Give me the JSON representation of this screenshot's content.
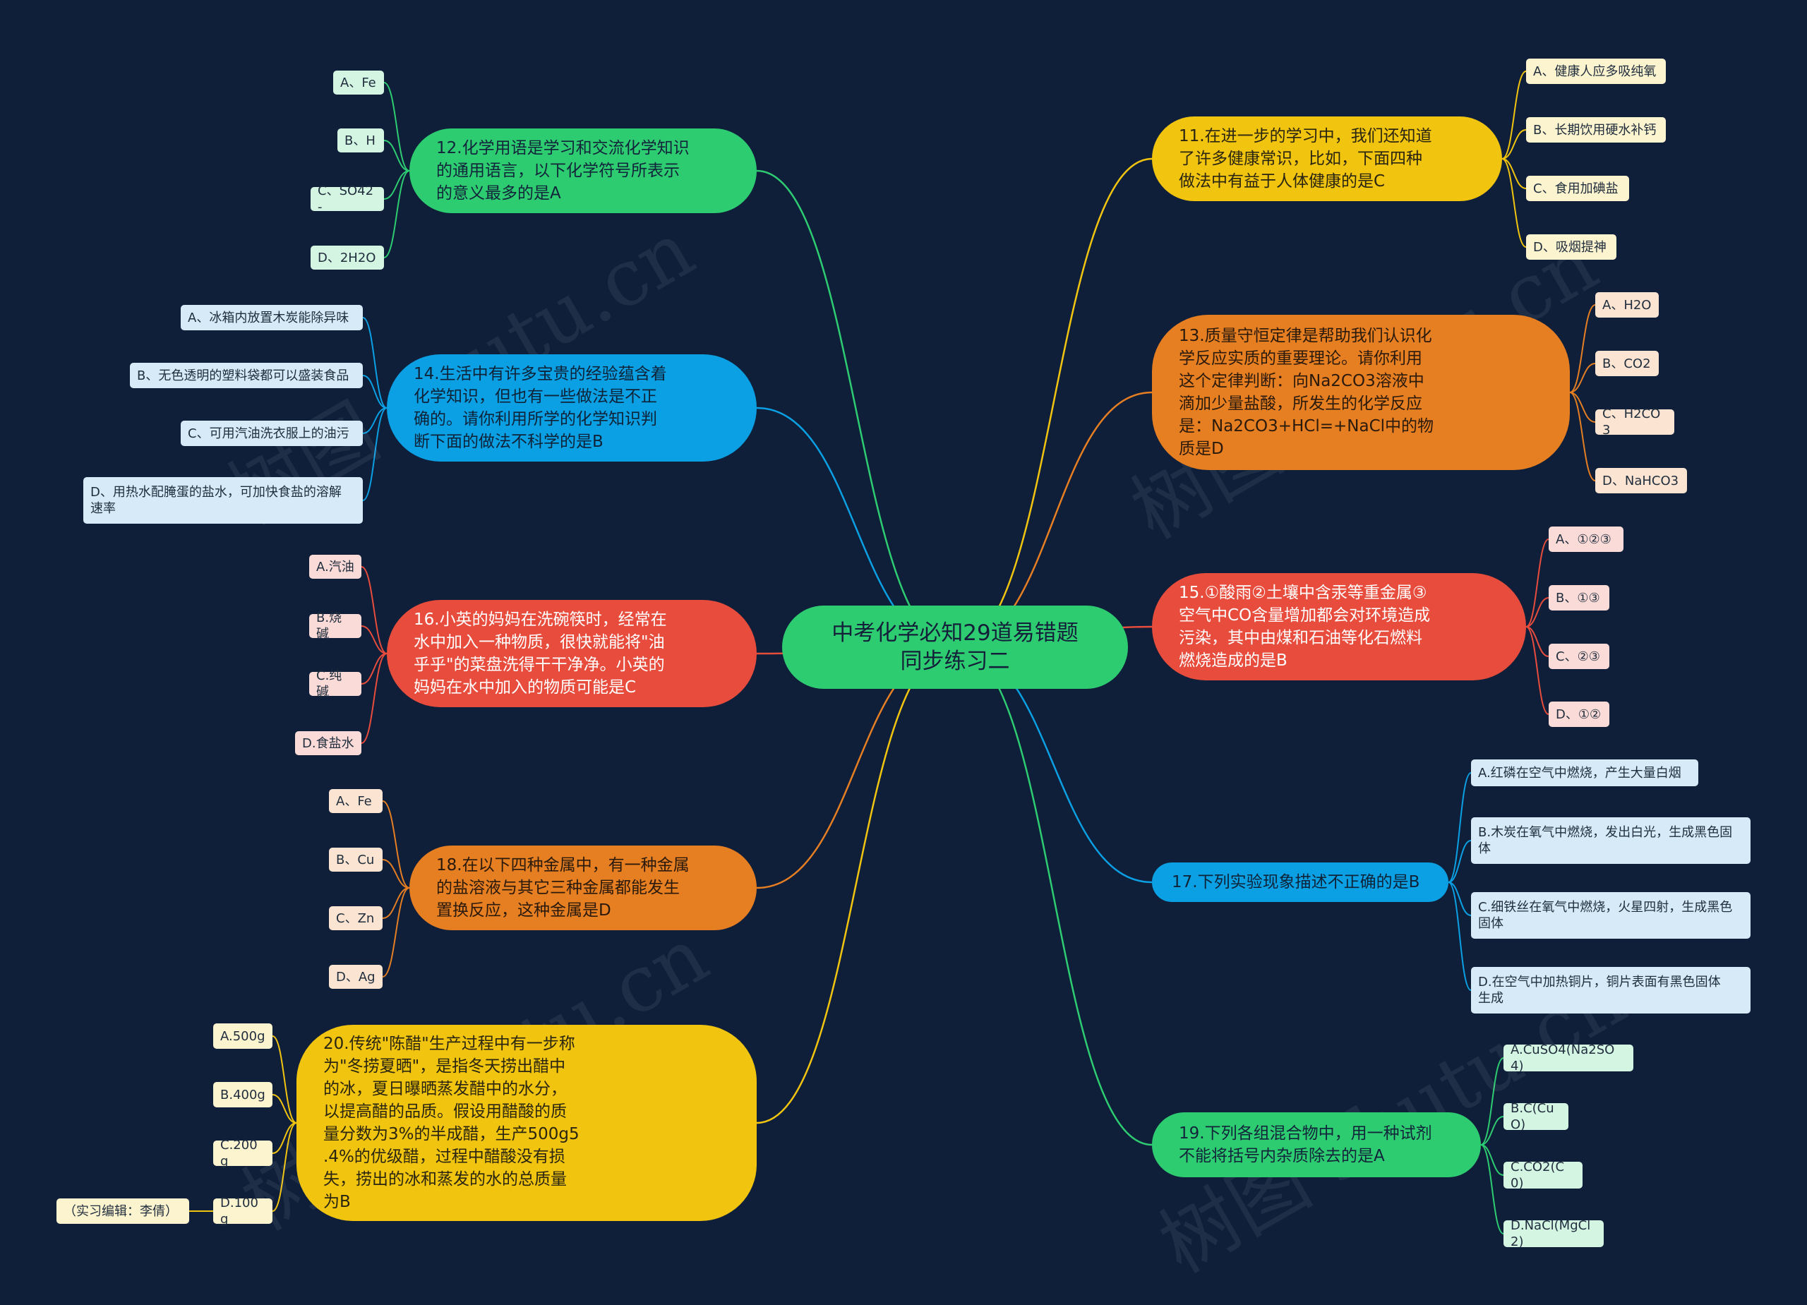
{
  "center": {
    "text": "中考化学必知29道易错题\n同步练习二"
  },
  "colors": {
    "background": "#0f1f3a",
    "green": "#2ecc71",
    "yellow": "#f1c40f",
    "orange": "#e67e22",
    "blue": "#0ba0e3",
    "red": "#e74c3c"
  },
  "watermark": "树图 shutu.cn",
  "questions": [
    {
      "id": "q12",
      "color": "green",
      "text": "12.化学用语是学习和交流化学知识\n的通用语言，以下化学符号所表示\n的意义最多的是A",
      "options": [
        "A、Fe",
        "B、H",
        "C、SO42-",
        "D、2H2O"
      ]
    },
    {
      "id": "q14",
      "color": "blue",
      "text": "14.生活中有许多宝贵的经验蕴含着\n化学知识，但也有一些做法是不正\n确的。请你利用所学的化学知识判\n断下面的做法不科学的是B",
      "options": [
        "A、冰箱内放置木炭能除异味",
        "B、无色透明的塑料袋都可以盛装食品",
        "C、可用汽油洗衣服上的油污",
        "D、用热水配腌蛋的盐水，可加快食盐的溶解\n速率"
      ]
    },
    {
      "id": "q16",
      "color": "red",
      "text": "16.小英的妈妈在洗碗筷时，经常在\n水中加入一种物质，很快就能将\"油\n乎乎\"的菜盘洗得干干净净。小英的\n妈妈在水中加入的物质可能是C",
      "options": [
        "A.汽油",
        "B.烧碱",
        "C.纯碱",
        "D.食盐水"
      ]
    },
    {
      "id": "q18",
      "color": "orange",
      "text": "18.在以下四种金属中，有一种金属\n的盐溶液与其它三种金属都能发生\n置换反应，这种金属是D",
      "options": [
        "A、Fe",
        "B、Cu",
        "C、Zn",
        "D、Ag"
      ]
    },
    {
      "id": "q20",
      "color": "yellow",
      "text": "20.传统\"陈醋\"生产过程中有一步称\n为\"冬捞夏晒\"，是指冬天捞出醋中\n的冰，夏日曝晒蒸发醋中的水分，\n以提高醋的品质。假设用醋酸的质\n量分数为3%的半成醋，生产500g5\n.4%的优级醋，过程中醋酸没有损\n失，捞出的冰和蒸发的水的总质量\n为B",
      "options": [
        "A.500g",
        "B.400g",
        "C.200g",
        "D.100g"
      ],
      "note": "（实习编辑：李倩）"
    },
    {
      "id": "q11",
      "color": "yellow",
      "text": "11.在进一步的学习中，我们还知道\n了许多健康常识，比如，下面四种\n做法中有益于人体健康的是C",
      "options": [
        "A、健康人应多吸纯氧",
        "B、长期饮用硬水补钙",
        "C、食用加碘盐",
        "D、吸烟提神"
      ]
    },
    {
      "id": "q13",
      "color": "orange",
      "text": "13.质量守恒定律是帮助我们认识化\n学反应实质的重要理论。请你利用\n这个定律判断：向Na2CO3溶液中\n滴加少量盐酸，所发生的化学反应\n是：Na2CO3+HCl=+NaCl中的物\n质是D",
      "options": [
        "A、H2O",
        "B、CO2",
        "C、H2CO3",
        "D、NaHCO3"
      ]
    },
    {
      "id": "q15",
      "color": "red",
      "text": "15.①酸雨②土壤中含汞等重金属③\n空气中CO含量增加都会对环境造成\n污染，其中由煤和石油等化石燃料\n燃烧造成的是B",
      "options": [
        "A、①②③",
        "B、①③",
        "C、②③",
        "D、①②"
      ]
    },
    {
      "id": "q17",
      "color": "blue",
      "text": "17.下列实验现象描述不正确的是B",
      "options": [
        "A.红磷在空气中燃烧，产生大量白烟",
        "B.木炭在氧气中燃烧，发出白光，生成黑色固\n体",
        "C.细铁丝在氧气中燃烧，火星四射，生成黑色\n固体",
        "D.在空气中加热铜片，铜片表面有黑色固体\n生成"
      ]
    },
    {
      "id": "q19",
      "color": "green",
      "text": "19.下列各组混合物中，用一种试剂\n不能将括号内杂质除去的是A",
      "options": [
        "A.CuSO4(Na2SO4)",
        "B.C(CuO)",
        "C.CO2(C0)",
        "D.NaCl(MgCl2)"
      ]
    }
  ]
}
